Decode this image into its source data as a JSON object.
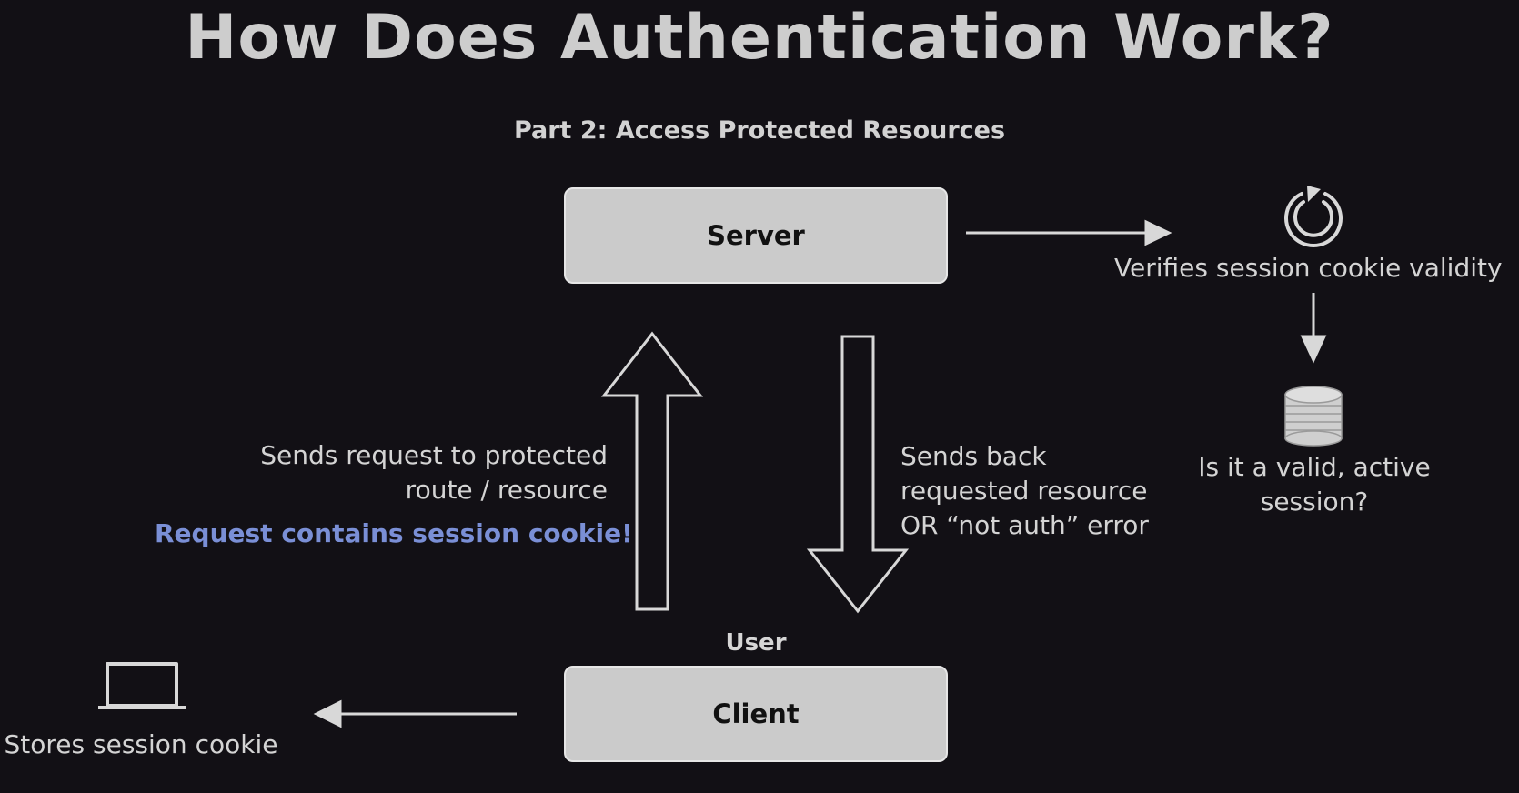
{
  "title": "How Does Authentication Work?",
  "subtitle": "Part 2: Access Protected Resources",
  "server": {
    "label": "Server"
  },
  "client": {
    "label": "Client",
    "role_label": "User"
  },
  "request": {
    "line1": "Sends request to protected",
    "line2": "route / resource",
    "highlight": "Request contains session cookie!"
  },
  "response": {
    "line1": "Sends back",
    "line2": "requested resource",
    "line3": "OR “not auth” error"
  },
  "verify": {
    "text": "Verifies session cookie validity",
    "icon": "refresh-icon"
  },
  "database": {
    "line1": "Is it a valid, active",
    "line2": "session?",
    "icon": "database-icon"
  },
  "storage": {
    "text": "Stores session cookie",
    "icon": "laptop-icon"
  },
  "colors": {
    "background": "#121015",
    "box_fill": "#cbcbcb",
    "highlight": "#7a8fd6",
    "stroke": "#d8d8d8"
  }
}
